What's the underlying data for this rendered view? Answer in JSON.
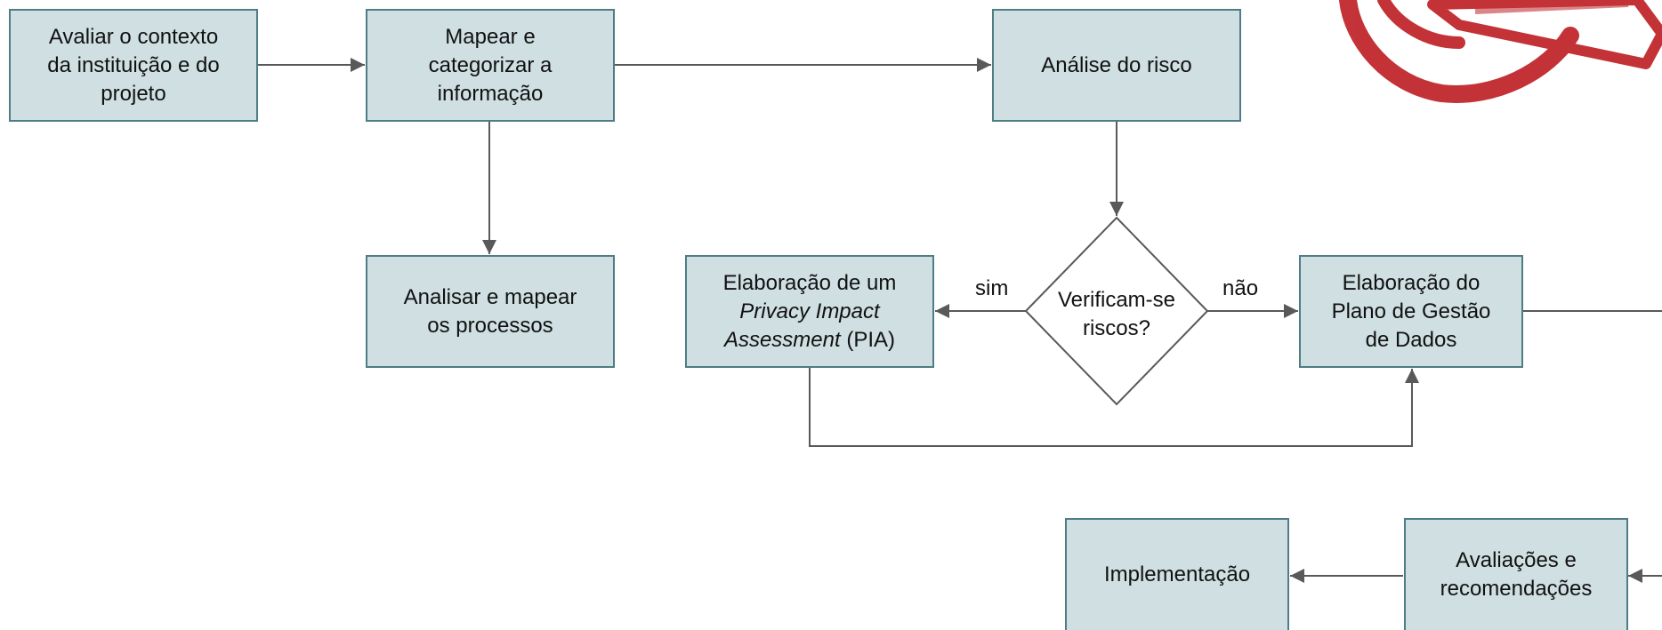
{
  "nodes": {
    "n1": {
      "line1": "Avaliar o contexto",
      "line2": "da instituição e do",
      "line3": "projeto"
    },
    "n2": {
      "line1": "Mapear e",
      "line2": "categorizar a",
      "line3": "informação"
    },
    "n3": {
      "line1": "Análise do risco"
    },
    "n4": {
      "line1": "Analisar e mapear",
      "line2": "os processos"
    },
    "n5": {
      "line1": "Elaboração de um",
      "line2_italic": "Privacy Impact",
      "line3_italic": "Assessment",
      "line3_rest": " (PIA)"
    },
    "decision": {
      "line1": "Verificam-se",
      "line2": "riscos?"
    },
    "n6": {
      "line1": "Elaboração do",
      "line2": "Plano de Gestão",
      "line3": "de Dados"
    },
    "n7": {
      "line1": "Implementação"
    },
    "n8": {
      "line1": "Avaliações e",
      "line2": "recomendações"
    }
  },
  "edge_labels": {
    "yes": "sim",
    "no": "não"
  },
  "colors": {
    "box_fill": "#cfdfe2",
    "box_border": "#4e7d86",
    "line": "#595959",
    "stamp": "#c0282d"
  },
  "icons": {
    "stamp": "red-rubber-stamp"
  }
}
